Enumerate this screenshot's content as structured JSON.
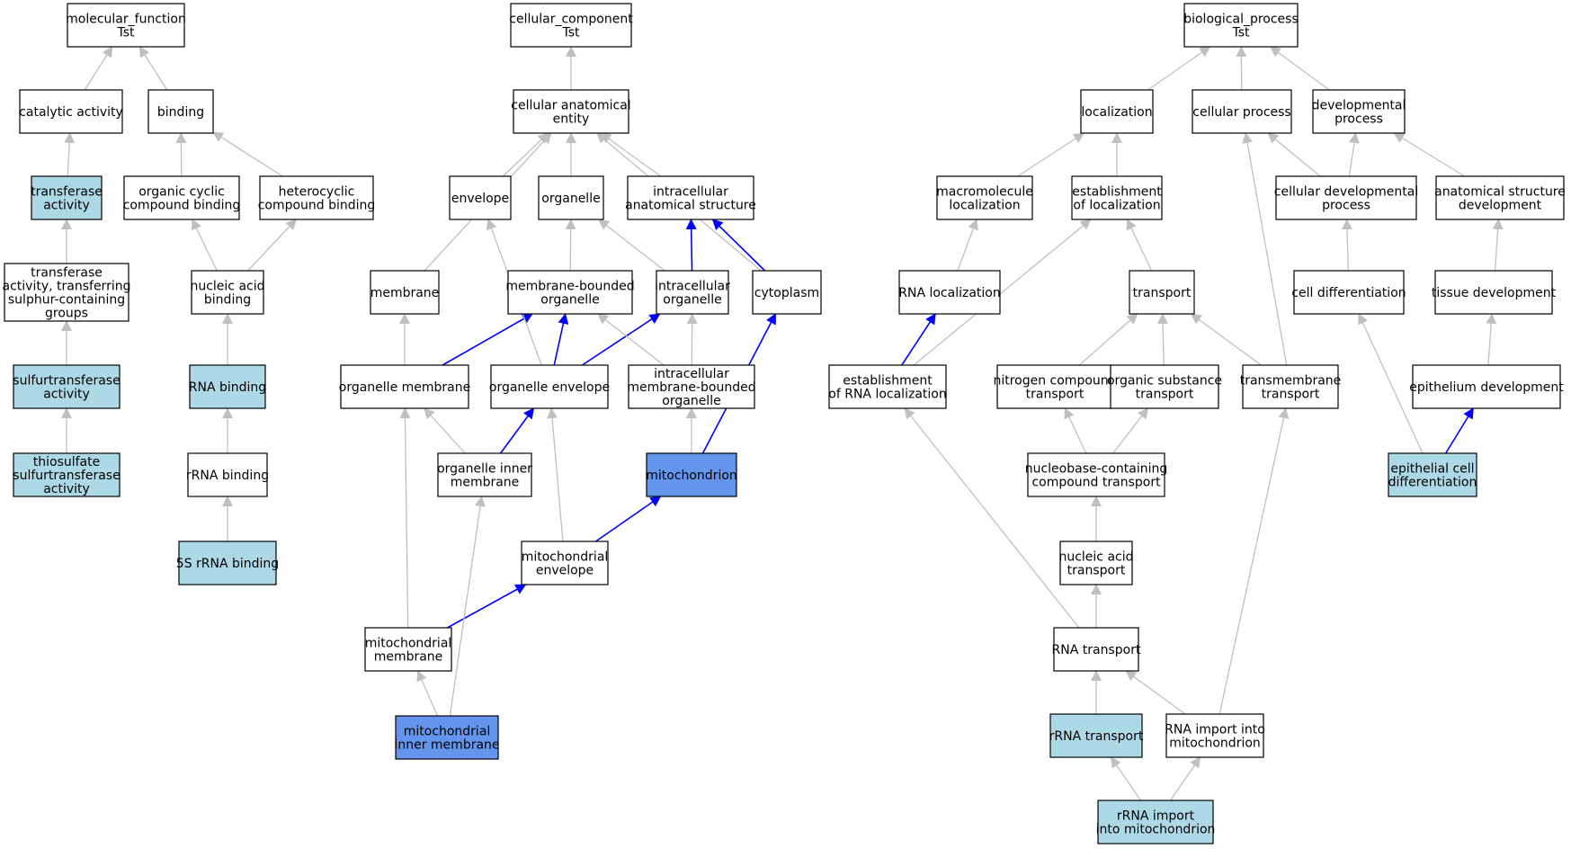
{
  "legend_colors": {
    "plain": "#ffffff",
    "light": "#add8e6",
    "dark": "#6495ed",
    "edge_gray": "#c0c0c0",
    "edge_blue": "#0000ff"
  },
  "nodes": [
    {
      "id": "mf",
      "label": "molecular_function\nTst",
      "fill": "plain"
    },
    {
      "id": "cat",
      "label": "catalytic activity",
      "fill": "plain"
    },
    {
      "id": "bind",
      "label": "binding",
      "fill": "plain"
    },
    {
      "id": "trans",
      "label": "transferase\nactivity",
      "fill": "light"
    },
    {
      "id": "ocb",
      "label": "organic cyclic\ncompound binding",
      "fill": "plain"
    },
    {
      "id": "hcb",
      "label": "heterocyclic\ncompound binding",
      "fill": "plain"
    },
    {
      "id": "tasg",
      "label": "transferase\nactivity, transferring\nsulphur-containing\ngroups",
      "fill": "plain"
    },
    {
      "id": "nab",
      "label": "nucleic acid\nbinding",
      "fill": "plain"
    },
    {
      "id": "sulf",
      "label": "sulfurtransferase\nactivity",
      "fill": "light"
    },
    {
      "id": "rnab",
      "label": "RNA binding",
      "fill": "light"
    },
    {
      "id": "thio",
      "label": "thiosulfate\nsulfurtransferase\nactivity",
      "fill": "light"
    },
    {
      "id": "rrnab",
      "label": "rRNA binding",
      "fill": "plain"
    },
    {
      "id": "5s",
      "label": "5S rRNA binding",
      "fill": "light"
    },
    {
      "id": "cc",
      "label": "cellular_component\nTst",
      "fill": "plain"
    },
    {
      "id": "cae",
      "label": "cellular anatomical\nentity",
      "fill": "plain"
    },
    {
      "id": "env",
      "label": "envelope",
      "fill": "plain"
    },
    {
      "id": "org",
      "label": "organelle",
      "fill": "plain"
    },
    {
      "id": "ias",
      "label": "intracellular\nanatomical structure",
      "fill": "plain"
    },
    {
      "id": "mem",
      "label": "membrane",
      "fill": "plain"
    },
    {
      "id": "mbo",
      "label": "membrane-bounded\norganelle",
      "fill": "plain"
    },
    {
      "id": "io",
      "label": "intracellular\norganelle",
      "fill": "plain"
    },
    {
      "id": "cyto",
      "label": "cytoplasm",
      "fill": "plain"
    },
    {
      "id": "om",
      "label": "organelle membrane",
      "fill": "plain"
    },
    {
      "id": "oe",
      "label": "organelle envelope",
      "fill": "plain"
    },
    {
      "id": "imbo",
      "label": "intracellular\nmembrane-bounded\norganelle",
      "fill": "plain"
    },
    {
      "id": "oim",
      "label": "organelle inner\nmembrane",
      "fill": "plain"
    },
    {
      "id": "mito",
      "label": "mitochondrion",
      "fill": "dark"
    },
    {
      "id": "menv",
      "label": "mitochondrial\nenvelope",
      "fill": "plain"
    },
    {
      "id": "mmem",
      "label": "mitochondrial\nmembrane",
      "fill": "plain"
    },
    {
      "id": "mim",
      "label": "mitochondrial\ninner membrane",
      "fill": "dark"
    },
    {
      "id": "bp",
      "label": "biological_process\nTst",
      "fill": "plain"
    },
    {
      "id": "loc",
      "label": "localization",
      "fill": "plain"
    },
    {
      "id": "cp",
      "label": "cellular process",
      "fill": "plain"
    },
    {
      "id": "dp",
      "label": "developmental\nprocess",
      "fill": "plain"
    },
    {
      "id": "mml",
      "label": "macromolecule\nlocalization",
      "fill": "plain"
    },
    {
      "id": "eol",
      "label": "establishment\nof localization",
      "fill": "plain"
    },
    {
      "id": "cdp",
      "label": "cellular developmental\nprocess",
      "fill": "plain"
    },
    {
      "id": "asd",
      "label": "anatomical structure\ndevelopment",
      "fill": "plain"
    },
    {
      "id": "rnal",
      "label": "RNA localization",
      "fill": "plain"
    },
    {
      "id": "tr",
      "label": "transport",
      "fill": "plain"
    },
    {
      "id": "cd",
      "label": "cell differentiation",
      "fill": "plain"
    },
    {
      "id": "td",
      "label": "tissue development",
      "fill": "plain"
    },
    {
      "id": "erl",
      "label": "establishment\nof RNA localization",
      "fill": "plain"
    },
    {
      "id": "nct",
      "label": "nitrogen compound\ntransport",
      "fill": "plain"
    },
    {
      "id": "ost",
      "label": "organic substance\ntransport",
      "fill": "plain"
    },
    {
      "id": "tmt",
      "label": "transmembrane\ntransport",
      "fill": "plain"
    },
    {
      "id": "ed",
      "label": "epithelium development",
      "fill": "plain"
    },
    {
      "id": "nbct",
      "label": "nucleobase-containing\ncompound transport",
      "fill": "plain"
    },
    {
      "id": "ecd",
      "label": "epithelial cell\ndifferentiation",
      "fill": "light"
    },
    {
      "id": "nat",
      "label": "nucleic acid\ntransport",
      "fill": "plain"
    },
    {
      "id": "rnat",
      "label": "RNA transport",
      "fill": "plain"
    },
    {
      "id": "rrnat",
      "label": "rRNA transport",
      "fill": "light"
    },
    {
      "id": "rim",
      "label": "RNA import into\nmitochondrion",
      "fill": "plain"
    },
    {
      "id": "rrim",
      "label": "rRNA import\ninto mitochondrion",
      "fill": "light"
    }
  ],
  "edges": [
    {
      "from": "cat",
      "to": "mf",
      "color": "gray"
    },
    {
      "from": "bind",
      "to": "mf",
      "color": "gray"
    },
    {
      "from": "trans",
      "to": "cat",
      "color": "gray"
    },
    {
      "from": "ocb",
      "to": "bind",
      "color": "gray"
    },
    {
      "from": "hcb",
      "to": "bind",
      "color": "gray"
    },
    {
      "from": "tasg",
      "to": "trans",
      "color": "gray"
    },
    {
      "from": "nab",
      "to": "ocb",
      "color": "gray"
    },
    {
      "from": "nab",
      "to": "hcb",
      "color": "gray"
    },
    {
      "from": "sulf",
      "to": "tasg",
      "color": "gray"
    },
    {
      "from": "rnab",
      "to": "nab",
      "color": "gray"
    },
    {
      "from": "thio",
      "to": "sulf",
      "color": "gray"
    },
    {
      "from": "rrnab",
      "to": "rnab",
      "color": "gray"
    },
    {
      "from": "5s",
      "to": "rrnab",
      "color": "gray"
    },
    {
      "from": "cae",
      "to": "cc",
      "color": "gray"
    },
    {
      "from": "env",
      "to": "cae",
      "color": "gray"
    },
    {
      "from": "org",
      "to": "cae",
      "color": "gray"
    },
    {
      "from": "ias",
      "to": "cae",
      "color": "gray"
    },
    {
      "from": "mem",
      "to": "cae",
      "color": "gray"
    },
    {
      "from": "cyto",
      "to": "cae",
      "color": "gray"
    },
    {
      "from": "mbo",
      "to": "org",
      "color": "gray"
    },
    {
      "from": "io",
      "to": "org",
      "color": "gray"
    },
    {
      "from": "io",
      "to": "ias",
      "color": "blue"
    },
    {
      "from": "cyto",
      "to": "ias",
      "color": "blue"
    },
    {
      "from": "om",
      "to": "mem",
      "color": "gray"
    },
    {
      "from": "om",
      "to": "mbo",
      "color": "blue"
    },
    {
      "from": "oe",
      "to": "env",
      "color": "gray"
    },
    {
      "from": "oe",
      "to": "mbo",
      "color": "blue"
    },
    {
      "from": "oe",
      "to": "io",
      "color": "blue"
    },
    {
      "from": "imbo",
      "to": "mbo",
      "color": "gray"
    },
    {
      "from": "imbo",
      "to": "io",
      "color": "gray"
    },
    {
      "from": "oim",
      "to": "om",
      "color": "gray"
    },
    {
      "from": "oim",
      "to": "oe",
      "color": "blue"
    },
    {
      "from": "mito",
      "to": "imbo",
      "color": "gray"
    },
    {
      "from": "mito",
      "to": "cyto",
      "color": "blue"
    },
    {
      "from": "menv",
      "to": "oe",
      "color": "gray"
    },
    {
      "from": "menv",
      "to": "mito",
      "color": "blue"
    },
    {
      "from": "mmem",
      "to": "om",
      "color": "gray"
    },
    {
      "from": "mmem",
      "to": "menv",
      "color": "blue"
    },
    {
      "from": "mim",
      "to": "mmem",
      "color": "gray"
    },
    {
      "from": "mim",
      "to": "oim",
      "color": "gray"
    },
    {
      "from": "loc",
      "to": "bp",
      "color": "gray"
    },
    {
      "from": "cp",
      "to": "bp",
      "color": "gray"
    },
    {
      "from": "dp",
      "to": "bp",
      "color": "gray"
    },
    {
      "from": "mml",
      "to": "loc",
      "color": "gray"
    },
    {
      "from": "eol",
      "to": "loc",
      "color": "gray"
    },
    {
      "from": "cdp",
      "to": "cp",
      "color": "gray"
    },
    {
      "from": "cdp",
      "to": "dp",
      "color": "gray"
    },
    {
      "from": "asd",
      "to": "dp",
      "color": "gray"
    },
    {
      "from": "rnal",
      "to": "mml",
      "color": "gray"
    },
    {
      "from": "tr",
      "to": "eol",
      "color": "gray"
    },
    {
      "from": "cd",
      "to": "cdp",
      "color": "gray"
    },
    {
      "from": "td",
      "to": "asd",
      "color": "gray"
    },
    {
      "from": "erl",
      "to": "rnal",
      "color": "blue"
    },
    {
      "from": "erl",
      "to": "eol",
      "color": "gray"
    },
    {
      "from": "nct",
      "to": "tr",
      "color": "gray"
    },
    {
      "from": "ost",
      "to": "tr",
      "color": "gray"
    },
    {
      "from": "tmt",
      "to": "tr",
      "color": "gray"
    },
    {
      "from": "tmt",
      "to": "cp",
      "color": "gray"
    },
    {
      "from": "ed",
      "to": "td",
      "color": "gray"
    },
    {
      "from": "nbct",
      "to": "nct",
      "color": "gray"
    },
    {
      "from": "nbct",
      "to": "ost",
      "color": "gray"
    },
    {
      "from": "ecd",
      "to": "cd",
      "color": "gray"
    },
    {
      "from": "ecd",
      "to": "ed",
      "color": "blue"
    },
    {
      "from": "nat",
      "to": "nbct",
      "color": "gray"
    },
    {
      "from": "rnat",
      "to": "nat",
      "color": "gray"
    },
    {
      "from": "rnat",
      "to": "erl",
      "color": "gray"
    },
    {
      "from": "rrnat",
      "to": "rnat",
      "color": "gray"
    },
    {
      "from": "rim",
      "to": "rnat",
      "color": "gray"
    },
    {
      "from": "rim",
      "to": "tmt",
      "color": "gray"
    },
    {
      "from": "rrim",
      "to": "rrnat",
      "color": "gray"
    },
    {
      "from": "rrim",
      "to": "rim",
      "color": "gray"
    }
  ]
}
